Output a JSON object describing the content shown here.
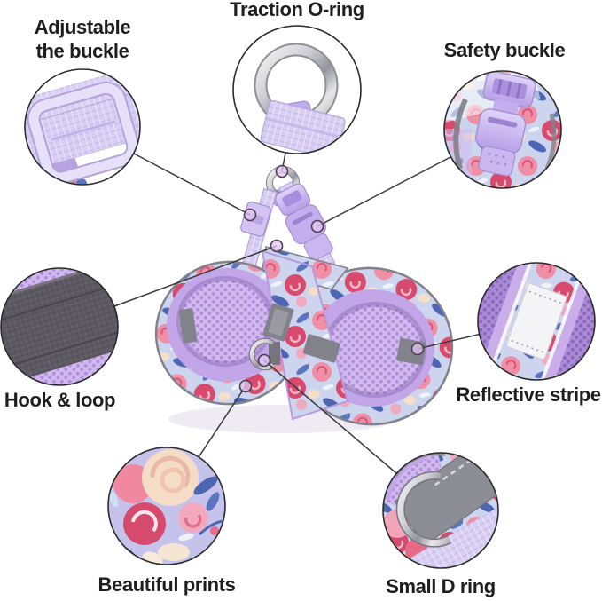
{
  "callouts": {
    "adjustable_buckle": {
      "line1": "Adjustable",
      "line2": "the buckle"
    },
    "traction_oring": {
      "label": "Traction O-ring"
    },
    "safety_buckle": {
      "label": "Safety buckle"
    },
    "hook_loop": {
      "label": "Hook & loop"
    },
    "reflective_stripe": {
      "label": "Reflective stripe"
    },
    "beautiful_prints": {
      "label": "Beautiful prints"
    },
    "small_d_ring": {
      "label": "Small D ring"
    }
  },
  "colors": {
    "label_text": "#1e1e1e",
    "connector_line": "#3a3a3a",
    "dot_fill": "#e3c6f0",
    "dot_stroke": "#4a4050",
    "harness_lavender": "#c3a6e8",
    "mesh_light": "#d3baee",
    "mesh_hole": "#b191dd",
    "floral_base": "#ccd4ee",
    "floral_pink": "#ef8fa6",
    "floral_crimson": "#d8496e",
    "floral_blue": "#4d66b2",
    "floral_cream": "#f5dfc9",
    "reflective_gray": "#82828a",
    "webbing_lavender": "#d8cef2",
    "buckle_plastic": "#c3aeee",
    "metal_silver": "#d6d6db"
  }
}
